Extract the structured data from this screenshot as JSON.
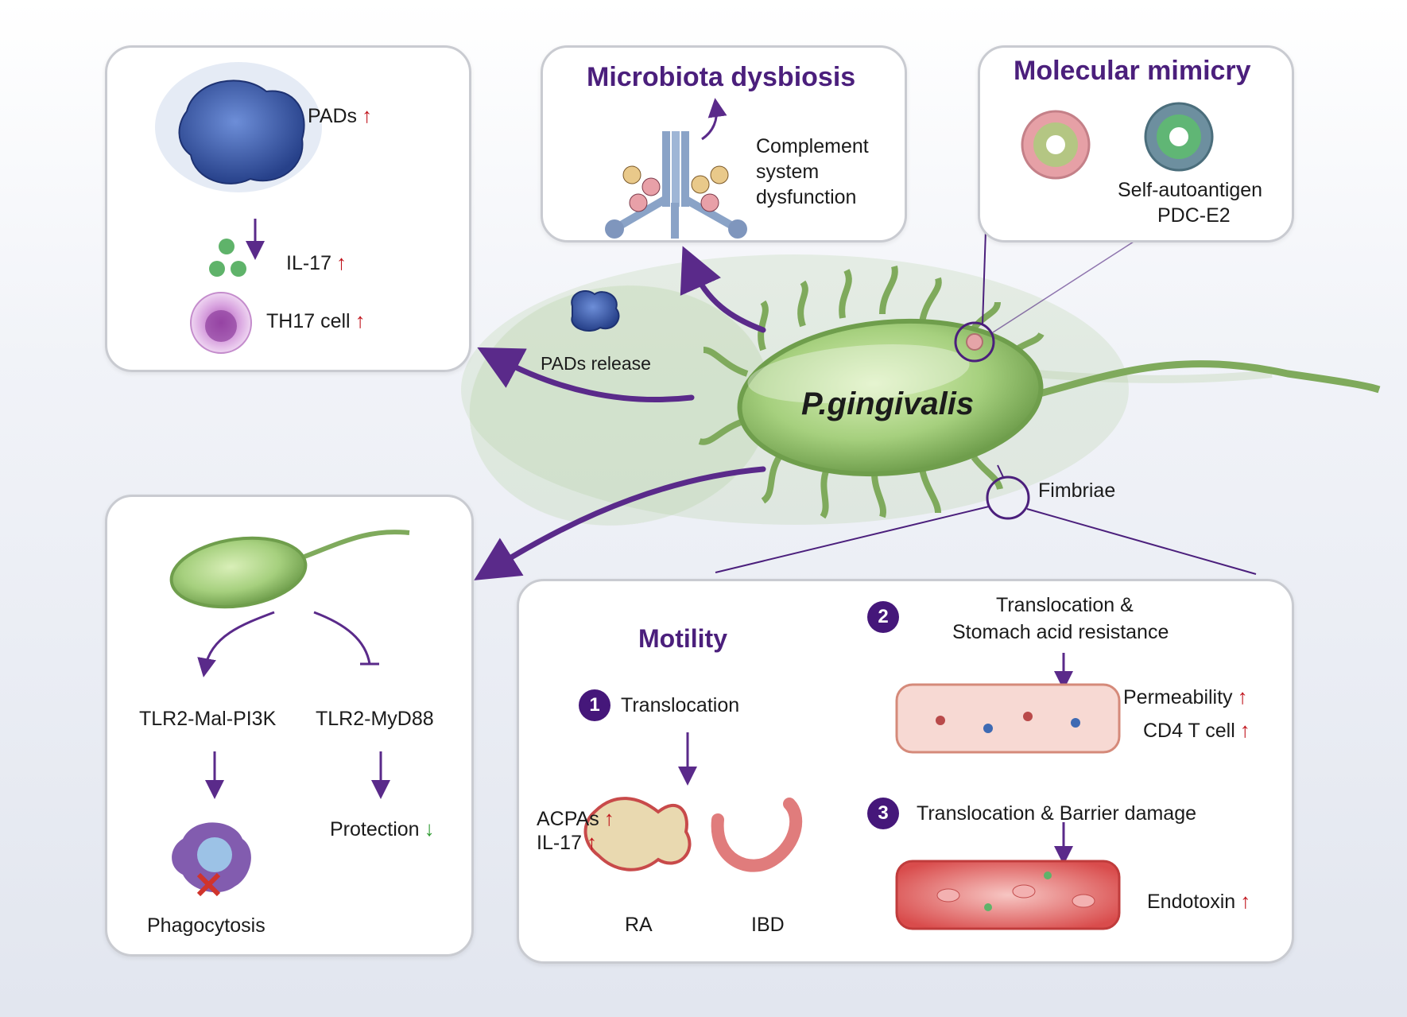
{
  "colors": {
    "accent_purple": "#4b1f7c",
    "arrow_purple": "#5a2a8a",
    "bacterium_green": "#8fbf6a",
    "up_red": "#c0121a",
    "down_green": "#2d9a2f"
  },
  "center": {
    "organism": "P.gingivalis",
    "pads_release": "PADs release",
    "fimbriae": "Fimbriae"
  },
  "panel_pads": {
    "pads": "PADs",
    "il17": "IL-17",
    "th17": "TH17 cell"
  },
  "panel_dysbiosis": {
    "title": "Microbiota dysbiosis",
    "line1": "Complement",
    "line2": "system",
    "line3": "dysfunction"
  },
  "panel_mimicry": {
    "title": "Molecular mimicry",
    "line1": "Self-autoantigen",
    "line2": "PDC-E2"
  },
  "panel_tlr": {
    "left_path": "TLR2-Mal-PI3K",
    "right_path": "TLR2-MyD88",
    "phagocytosis": "Phagocytosis",
    "protection": "Protection"
  },
  "panel_motility": {
    "title": "Motility",
    "step1_num": "1",
    "step1": "Translocation",
    "acpas": "ACPAs",
    "il17": "IL-17",
    "ra": "RA",
    "ibd": "IBD",
    "step2_num": "2",
    "step2_line1": "Translocation &",
    "step2_line2": "Stomach acid resistance",
    "permeability": "Permeability",
    "cd4": "CD4 T cell",
    "step3_num": "3",
    "step3": "Translocation & Barrier damage",
    "endotoxin": "Endotoxin"
  }
}
